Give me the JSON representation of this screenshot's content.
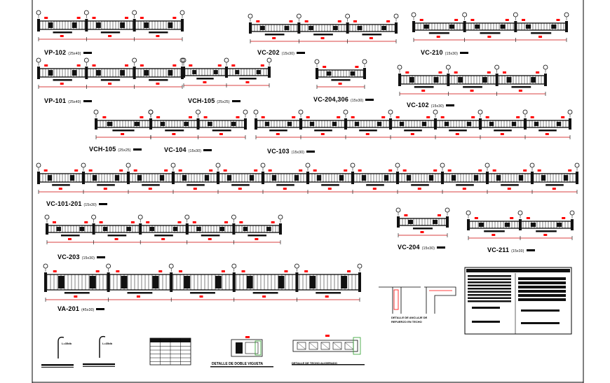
{
  "colors": {
    "line": "#000000",
    "dimension": "#cc0000",
    "highlight": "#ff0000",
    "fill_dark": "#111111"
  },
  "beams": [
    {
      "label": "VP-102",
      "size": "(25x40)"
    },
    {
      "label": "VC-202",
      "size": "(15x30)"
    },
    {
      "label": "VC-210",
      "size": "(15x30)"
    },
    {
      "label": "VP-101",
      "size": "(25x40)"
    },
    {
      "label": "VCH-105",
      "size": "(25x25)"
    },
    {
      "label": "VC-204,306",
      "size": "(15x30)"
    },
    {
      "label": "VC-102",
      "size": "(15x30)"
    },
    {
      "label": "VCH-105",
      "size": "(25x25)"
    },
    {
      "label": "VC-104",
      "size": "(15x30)"
    },
    {
      "label": "VC-103",
      "size": "(15x30)"
    },
    {
      "label": "VC-101-201",
      "size": "(15x30)"
    },
    {
      "label": "VC-203",
      "size": "(15x30)"
    },
    {
      "label": "VC-204",
      "size": "(15x30)"
    },
    {
      "label": "VC-211",
      "size": "(15x30)"
    },
    {
      "label": "VA-201",
      "size": "(45x30)"
    }
  ],
  "details": {
    "hook_a": "L=35db",
    "hook_b": "L=35db",
    "stirrup_title": "DETALLE DE DOBLE VIGUETA",
    "tie_title": "DETALLE DE TECHO ALIGERADO",
    "anchor_title_1": "DETALLE DE ANCLAJE DE",
    "anchor_title_2": "REFUERZO EN TECHO"
  }
}
